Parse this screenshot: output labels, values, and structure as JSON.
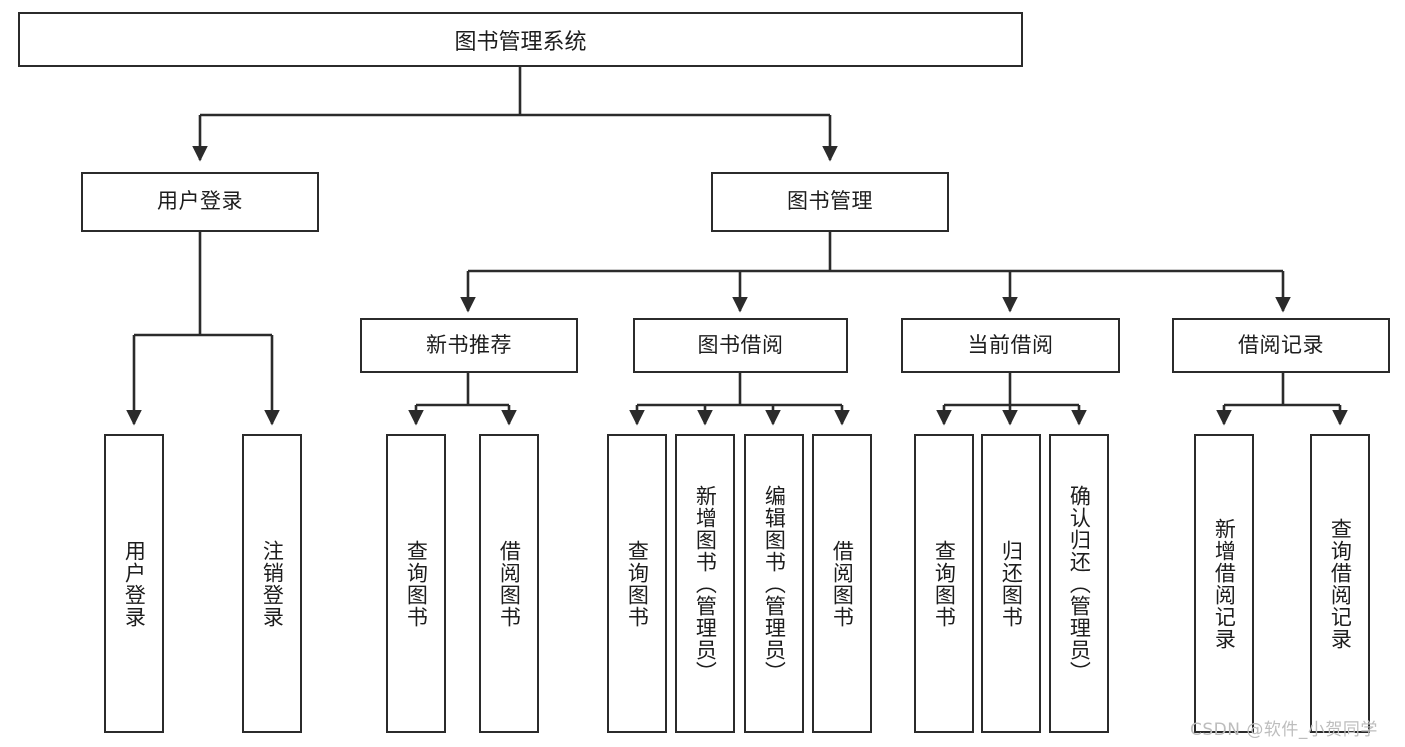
{
  "diagram": {
    "title": "图书管理系统",
    "watermark": "CSDN @软件_小贺同学",
    "line_color": "#2b2b2b",
    "text_color": "#1d1d1d",
    "background": "#ffffff",
    "nodes": {
      "root": "图书管理系统",
      "level1": {
        "user_login": "用户登录",
        "book_manage": "图书管理"
      },
      "level2": {
        "new_book_recommend": "新书推荐",
        "book_borrow": "图书借阅",
        "current_borrow": "当前借阅",
        "borrow_record": "借阅记录"
      },
      "leaves": {
        "user_login_1": "用户登录",
        "user_login_2": "注销登录",
        "recommend_1": "查询图书",
        "recommend_2": "借阅图书",
        "borrow_1": "查询图书",
        "borrow_2": "新增图书（管理员）",
        "borrow_3": "编辑图书（管理员）",
        "borrow_4": "借阅图书",
        "current_1": "查询图书",
        "current_2": "归还图书",
        "current_3": "确认归还（管理员）",
        "record_1": "新增借阅记录",
        "record_2": "查询借阅记录"
      }
    }
  }
}
